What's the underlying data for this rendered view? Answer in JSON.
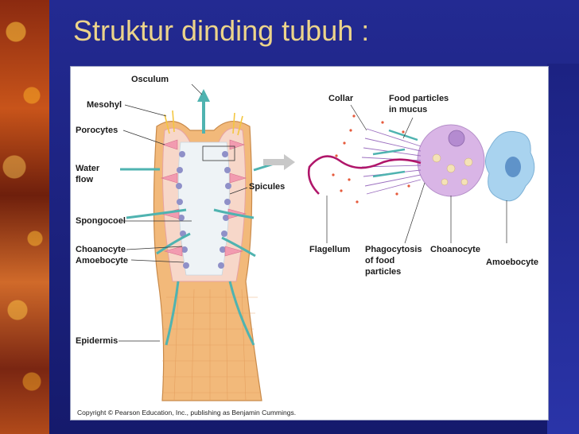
{
  "slide": {
    "title": "Struktur dinding tubuh :"
  },
  "figure": {
    "labels_left": {
      "osculum": "Osculum",
      "mesohyl": "Mesohyl",
      "porocytes": "Porocytes",
      "water_flow_line1": "Water",
      "water_flow_line2": "flow",
      "spongocoel": "Spongocoel",
      "choanocyte": "Choanocyte",
      "amoebocyte": "Amoebocyte",
      "epidermis": "Epidermis",
      "spicules": "Spicules"
    },
    "labels_right": {
      "collar": "Collar",
      "food_particles_line1": "Food particles",
      "food_particles_line2": "in mucus",
      "flagellum": "Flagellum",
      "phagocytosis_line1": "Phagocytosis",
      "phagocytosis_line2": "of food",
      "phagocytosis_line3": "particles",
      "choanocyte": "Choanocyte",
      "amoebocyte": "Amoebocyte"
    },
    "copyright": "Copyright © Pearson Education, Inc., publishing as Benjamin Cummings.",
    "colors": {
      "epidermis": "#f2b97a",
      "choanocyte": "#d9b5e6",
      "amoebocyte": "#a9d3ef",
      "flow_arrow": "#4fb3b0",
      "flagellum": "#b0166a"
    }
  }
}
